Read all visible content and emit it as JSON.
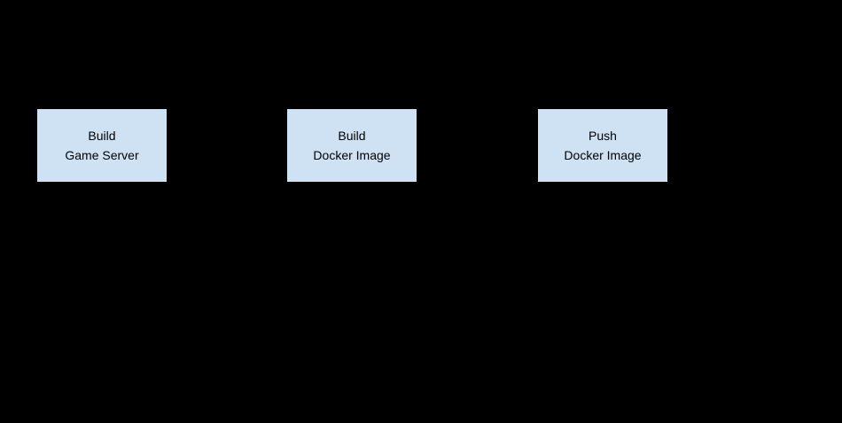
{
  "canvas": {
    "background_color": "#000000"
  },
  "diagram": {
    "node_fill_color": "#cfe2f3",
    "node_border_color": "#000000",
    "node_text_color": "#000000",
    "nodes": [
      {
        "id": "build-game-server",
        "label": "Build\nGame Server"
      },
      {
        "id": "build-docker-image",
        "label": "Build\nDocker Image"
      },
      {
        "id": "push-docker-image",
        "label": "Push\nDocker Image"
      }
    ]
  }
}
